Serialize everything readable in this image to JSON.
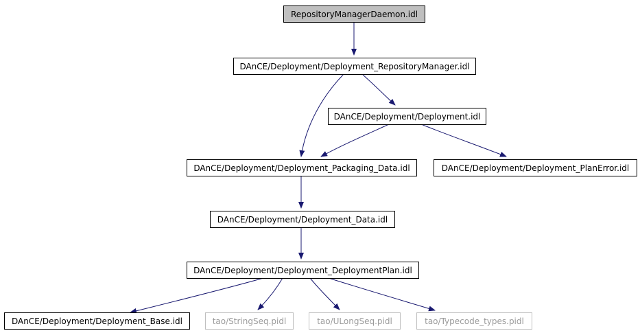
{
  "colors": {
    "edge": "#191970",
    "node_border": "#000000",
    "node_border_muted": "#bfbfbf",
    "root_fill": "#bfbfbf",
    "node_fill": "#ffffff"
  },
  "nodes": [
    {
      "id": "n0",
      "label": "RepositoryManagerDaemon.idl",
      "style": "root"
    },
    {
      "id": "n1",
      "label": "DAnCE/Deployment/Deployment_RepositoryManager.idl",
      "style": "normal"
    },
    {
      "id": "n2",
      "label": "DAnCE/Deployment/Deployment.idl",
      "style": "normal"
    },
    {
      "id": "n3",
      "label": "DAnCE/Deployment/Deployment_Packaging_Data.idl",
      "style": "normal"
    },
    {
      "id": "n4",
      "label": "DAnCE/Deployment/Deployment_PlanError.idl",
      "style": "normal"
    },
    {
      "id": "n5",
      "label": "DAnCE/Deployment/Deployment_Data.idl",
      "style": "normal"
    },
    {
      "id": "n6",
      "label": "DAnCE/Deployment/Deployment_DeploymentPlan.idl",
      "style": "normal"
    },
    {
      "id": "n7",
      "label": "DAnCE/Deployment/Deployment_Base.idl",
      "style": "normal"
    },
    {
      "id": "n8",
      "label": "tao/StringSeq.pidl",
      "style": "muted"
    },
    {
      "id": "n9",
      "label": "tao/ULongSeq.pidl",
      "style": "muted"
    },
    {
      "id": "n10",
      "label": "tao/Typecode_types.pidl",
      "style": "muted"
    }
  ],
  "edges": [
    {
      "from": "n0",
      "to": "n1"
    },
    {
      "from": "n1",
      "to": "n2"
    },
    {
      "from": "n1",
      "to": "n3"
    },
    {
      "from": "n2",
      "to": "n3"
    },
    {
      "from": "n2",
      "to": "n4"
    },
    {
      "from": "n3",
      "to": "n5"
    },
    {
      "from": "n5",
      "to": "n6"
    },
    {
      "from": "n6",
      "to": "n7"
    },
    {
      "from": "n6",
      "to": "n8"
    },
    {
      "from": "n6",
      "to": "n9"
    },
    {
      "from": "n6",
      "to": "n10"
    }
  ]
}
